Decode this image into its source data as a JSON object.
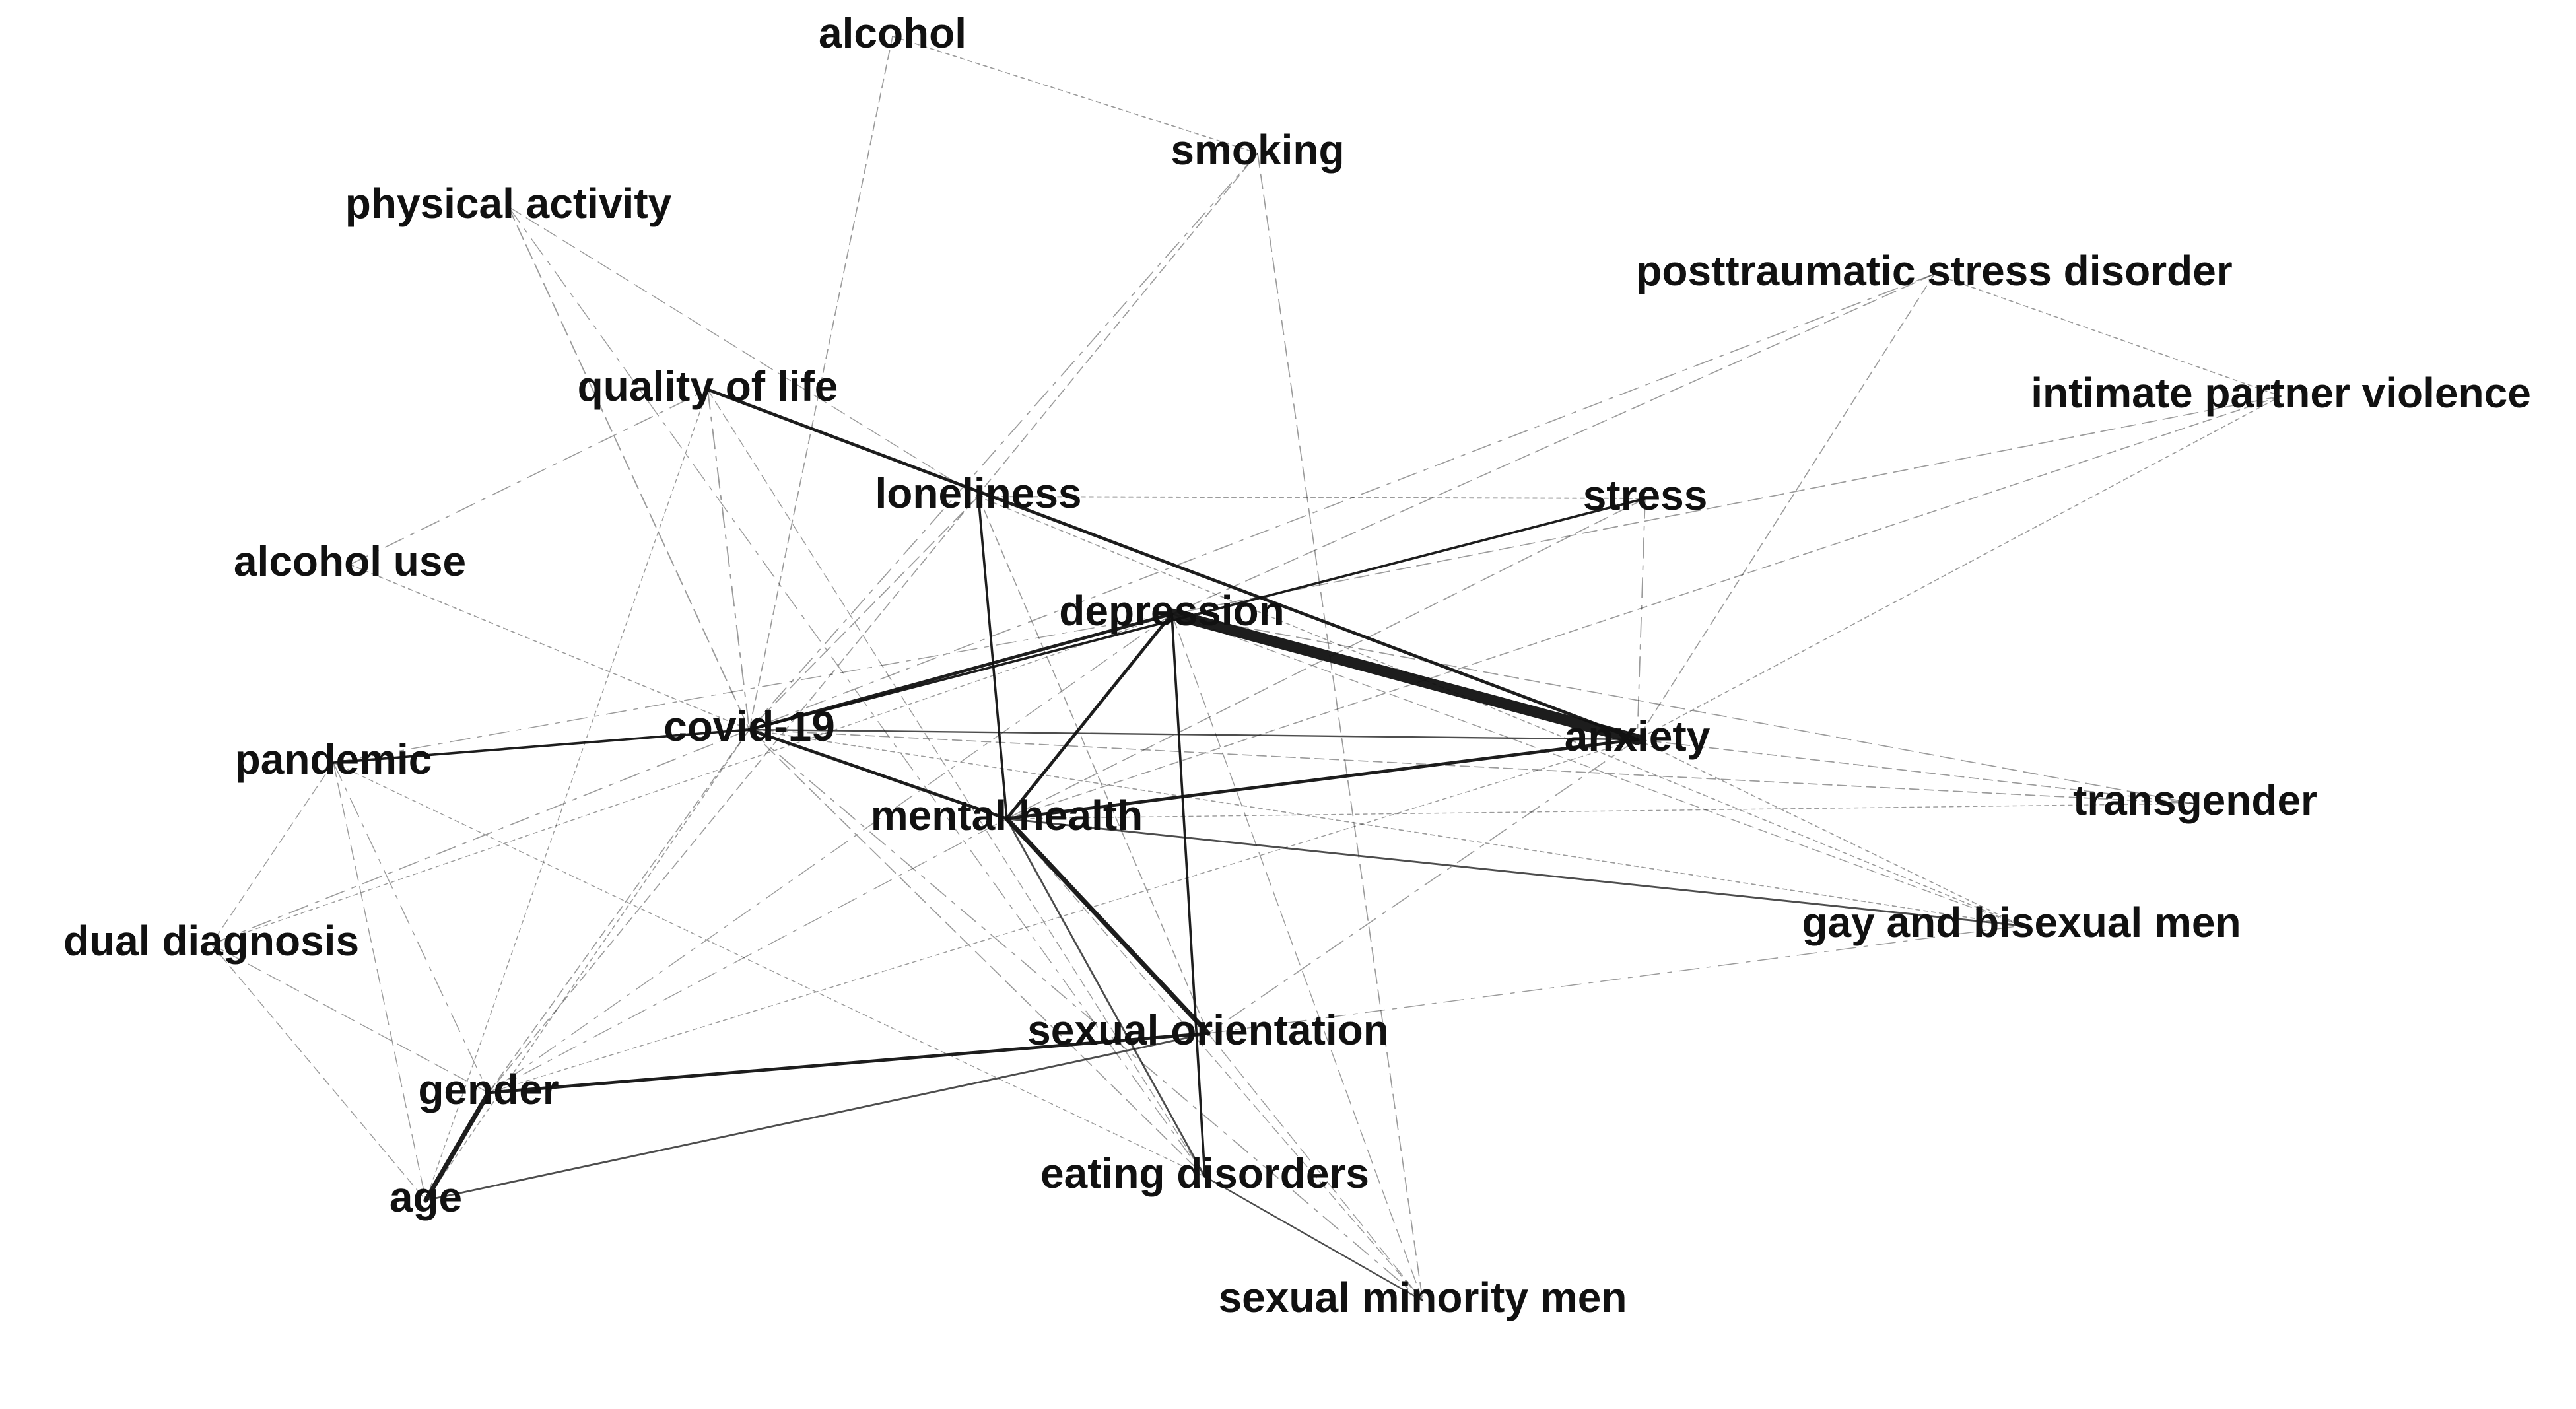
{
  "diagram": {
    "type": "keyword-co-occurrence-network",
    "nodes": [
      {
        "id": "alcohol",
        "label": "alcohol"
      },
      {
        "id": "smoking",
        "label": "smoking"
      },
      {
        "id": "physical-activity",
        "label": "physical activity"
      },
      {
        "id": "ptsd",
        "label": "posttraumatic stress disorder"
      },
      {
        "id": "ipv",
        "label": "intimate partner violence"
      },
      {
        "id": "quality-of-life",
        "label": "quality of life"
      },
      {
        "id": "loneliness",
        "label": "loneliness"
      },
      {
        "id": "stress",
        "label": "stress"
      },
      {
        "id": "alcohol-use",
        "label": "alcohol use"
      },
      {
        "id": "depression",
        "label": "depression"
      },
      {
        "id": "covid-19",
        "label": "covid-19"
      },
      {
        "id": "anxiety",
        "label": "anxiety"
      },
      {
        "id": "pandemic",
        "label": "pandemic"
      },
      {
        "id": "mental-health",
        "label": "mental health"
      },
      {
        "id": "transgender",
        "label": "transgender"
      },
      {
        "id": "dual-diagnosis",
        "label": "dual diagnosis"
      },
      {
        "id": "gay-bisexual-men",
        "label": "gay and bisexual men"
      },
      {
        "id": "sexual-orientation",
        "label": "sexual orientation"
      },
      {
        "id": "gender",
        "label": "gender"
      },
      {
        "id": "age",
        "label": "age"
      },
      {
        "id": "eating-disorders",
        "label": "eating disorders"
      },
      {
        "id": "sexual-minority-men",
        "label": "sexual minority men"
      }
    ],
    "edges": [
      {
        "source": "depression",
        "target": "anxiety",
        "weight": 7
      },
      {
        "source": "mental-health",
        "target": "sexual-orientation",
        "weight": 3
      },
      {
        "source": "gender",
        "target": "age",
        "weight": 3
      },
      {
        "source": "covid-19",
        "target": "depression",
        "weight": 2
      },
      {
        "source": "covid-19",
        "target": "mental-health",
        "weight": 2
      },
      {
        "source": "mental-health",
        "target": "depression",
        "weight": 2
      },
      {
        "source": "mental-health",
        "target": "anxiety",
        "weight": 2
      },
      {
        "source": "gender",
        "target": "sexual-orientation",
        "weight": 2
      },
      {
        "source": "quality-of-life",
        "target": "anxiety",
        "weight": 2
      },
      {
        "source": "loneliness",
        "target": "mental-health",
        "weight": 1.5
      },
      {
        "source": "covid-19",
        "target": "stress",
        "weight": 1.5
      },
      {
        "source": "pandemic",
        "target": "covid-19",
        "weight": 1.5
      },
      {
        "source": "depression",
        "target": "eating-disorders",
        "weight": 1.5
      },
      {
        "source": "age",
        "target": "sexual-orientation",
        "weight": 1.2
      },
      {
        "source": "mental-health",
        "target": "gay-bisexual-men",
        "weight": 1.2
      },
      {
        "source": "mental-health",
        "target": "eating-disorders",
        "weight": 1.2
      },
      {
        "source": "eating-disorders",
        "target": "sexual-minority-men",
        "weight": 1
      },
      {
        "source": "covid-19",
        "target": "anxiety",
        "weight": 1
      },
      {
        "source": "loneliness",
        "target": "stress",
        "weight": 0.8
      },
      {
        "source": "quality-of-life",
        "target": "covid-19",
        "weight": 0.8
      },
      {
        "source": "physical-activity",
        "target": "covid-19",
        "weight": 0.8
      },
      {
        "source": "alcohol",
        "target": "covid-19",
        "weight": 0.7
      },
      {
        "source": "alcohol",
        "target": "smoking",
        "weight": 0.7
      },
      {
        "source": "smoking",
        "target": "covid-19",
        "weight": 0.7
      },
      {
        "source": "smoking",
        "target": "sexual-minority-men",
        "weight": 0.7
      },
      {
        "source": "smoking",
        "target": "gender",
        "weight": 0.7
      },
      {
        "source": "alcohol-use",
        "target": "covid-19",
        "weight": 0.7
      },
      {
        "source": "alcohol-use",
        "target": "quality-of-life",
        "weight": 0.7
      },
      {
        "source": "ptsd",
        "target": "depression",
        "weight": 0.7
      },
      {
        "source": "ptsd",
        "target": "anxiety",
        "weight": 0.7
      },
      {
        "source": "ptsd",
        "target": "ipv",
        "weight": 0.7
      },
      {
        "source": "ptsd",
        "target": "covid-19",
        "weight": 0.7
      },
      {
        "source": "ipv",
        "target": "depression",
        "weight": 0.7
      },
      {
        "source": "ipv",
        "target": "mental-health",
        "weight": 0.7
      },
      {
        "source": "ipv",
        "target": "anxiety",
        "weight": 0.7
      },
      {
        "source": "stress",
        "target": "anxiety",
        "weight": 0.7
      },
      {
        "source": "stress",
        "target": "mental-health",
        "weight": 0.7
      },
      {
        "source": "anxiety",
        "target": "transgender",
        "weight": 0.7
      },
      {
        "source": "anxiety",
        "target": "gay-bisexual-men",
        "weight": 0.7
      },
      {
        "source": "anxiety",
        "target": "sexual-orientation",
        "weight": 0.7
      },
      {
        "source": "depression",
        "target": "transgender",
        "weight": 0.7
      },
      {
        "source": "covid-19",
        "target": "transgender",
        "weight": 0.7
      },
      {
        "source": "covid-19",
        "target": "gay-bisexual-men",
        "weight": 0.7
      },
      {
        "source": "covid-19",
        "target": "sexual-minority-men",
        "weight": 0.7
      },
      {
        "source": "covid-19",
        "target": "eating-disorders",
        "weight": 0.7
      },
      {
        "source": "covid-19",
        "target": "gender",
        "weight": 0.7
      },
      {
        "source": "covid-19",
        "target": "age",
        "weight": 0.7
      },
      {
        "source": "covid-19",
        "target": "dual-diagnosis",
        "weight": 0.7
      },
      {
        "source": "loneliness",
        "target": "covid-19",
        "weight": 0.7
      },
      {
        "source": "loneliness",
        "target": "sexual-orientation",
        "weight": 0.7
      },
      {
        "source": "loneliness",
        "target": "gay-bisexual-men",
        "weight": 0.7
      },
      {
        "source": "physical-activity",
        "target": "eating-disorders",
        "weight": 0.6
      },
      {
        "source": "physical-activity",
        "target": "loneliness",
        "weight": 0.6
      },
      {
        "source": "quality-of-life",
        "target": "eating-disorders",
        "weight": 0.6
      },
      {
        "source": "quality-of-life",
        "target": "age",
        "weight": 0.6
      },
      {
        "source": "pandemic",
        "target": "gender",
        "weight": 0.6
      },
      {
        "source": "pandemic",
        "target": "age",
        "weight": 0.6
      },
      {
        "source": "pandemic",
        "target": "dual-diagnosis",
        "weight": 0.6
      },
      {
        "source": "pandemic",
        "target": "eating-disorders",
        "weight": 0.6
      },
      {
        "source": "pandemic",
        "target": "depression",
        "weight": 0.6
      },
      {
        "source": "dual-diagnosis",
        "target": "gender",
        "weight": 0.6
      },
      {
        "source": "dual-diagnosis",
        "target": "age",
        "weight": 0.6
      },
      {
        "source": "dual-diagnosis",
        "target": "depression",
        "weight": 0.6
      },
      {
        "source": "sexual-orientation",
        "target": "gay-bisexual-men",
        "weight": 0.6
      },
      {
        "source": "sexual-orientation",
        "target": "sexual-minority-men",
        "weight": 0.6
      },
      {
        "source": "mental-health",
        "target": "sexual-minority-men",
        "weight": 0.6
      },
      {
        "source": "mental-health",
        "target": "transgender",
        "weight": 0.6
      },
      {
        "source": "depression",
        "target": "gender",
        "weight": 0.6
      },
      {
        "source": "depression",
        "target": "sexual-minority-men",
        "weight": 0.6
      },
      {
        "source": "depression",
        "target": "gay-bisexual-men",
        "weight": 0.6
      },
      {
        "source": "gender",
        "target": "anxiety",
        "weight": 0.6
      },
      {
        "source": "gender",
        "target": "mental-health",
        "weight": 0.6
      }
    ],
    "colors": {
      "background": "#ffffff",
      "edge": "#111111",
      "label": "#111111"
    }
  }
}
